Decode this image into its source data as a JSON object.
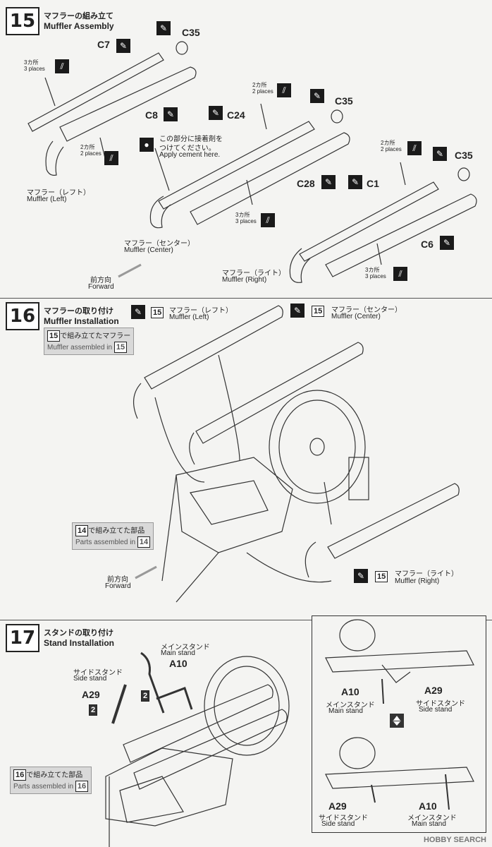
{
  "steps": [
    {
      "num": "15",
      "title_jp": "マフラーの組み立て",
      "title_en": "Muffler Assembly"
    },
    {
      "num": "16",
      "title_jp": "マフラーの取り付け",
      "title_en": "Muffler Installation"
    },
    {
      "num": "17",
      "title_jp": "スタンドの取り付け",
      "title_en": "Stand Installation"
    }
  ],
  "step15": {
    "parts": {
      "c7": "C7",
      "c35": "C35",
      "c8": "C8",
      "c24": "C24",
      "c28": "C28",
      "c1": "C1",
      "c6": "C6"
    },
    "places3_jp": "3カ所",
    "places3_en": "3 places",
    "places2_jp": "2カ所",
    "places2_en": "2 places",
    "cement_jp1": "この部分に接着剤を",
    "cement_jp2": "つけてください。",
    "cement_en": "Apply cement here.",
    "muffler_left_jp": "マフラー（レフト）",
    "muffler_left_en": "Muffler (Left)",
    "muffler_center_jp": "マフラー（センター）",
    "muffler_center_en": "Muffler (Center)",
    "muffler_right_jp": "マフラー（ライト）",
    "muffler_right_en": "Muffler (Right)",
    "forward_jp": "前方向",
    "forward_en": "Forward"
  },
  "step16": {
    "ref_num": "15",
    "ref_jp_suffix": "で組み立てたマフラー",
    "ref_en_prefix": "Muffler assembled in",
    "muffler_left_jp": "マフラー（レフト）",
    "muffler_left_en": "Muffler (Left)",
    "muffler_center_jp": "マフラー（センター）",
    "muffler_center_en": "Muffler (Center)",
    "muffler_right_jp": "マフラー（ライト）",
    "muffler_right_en": "Muffler (Right)",
    "parts_ref_num": "14",
    "parts_jp_suffix": "で組み立てた部品",
    "parts_en_prefix": "Parts assembled in",
    "forward_jp": "前方向",
    "forward_en": "Forward"
  },
  "step17": {
    "main_stand_jp": "メインスタンド",
    "main_stand_en": "Main stand",
    "a10": "A10",
    "side_stand_jp": "サイドスタンド",
    "side_stand_en": "Side stand",
    "a29": "A29",
    "qty": "2",
    "parts_ref_num": "16",
    "parts_jp_suffix": "で組み立てた部品",
    "parts_en_prefix": "Parts assembled in"
  },
  "watermark": "HOBBY SEARCH"
}
